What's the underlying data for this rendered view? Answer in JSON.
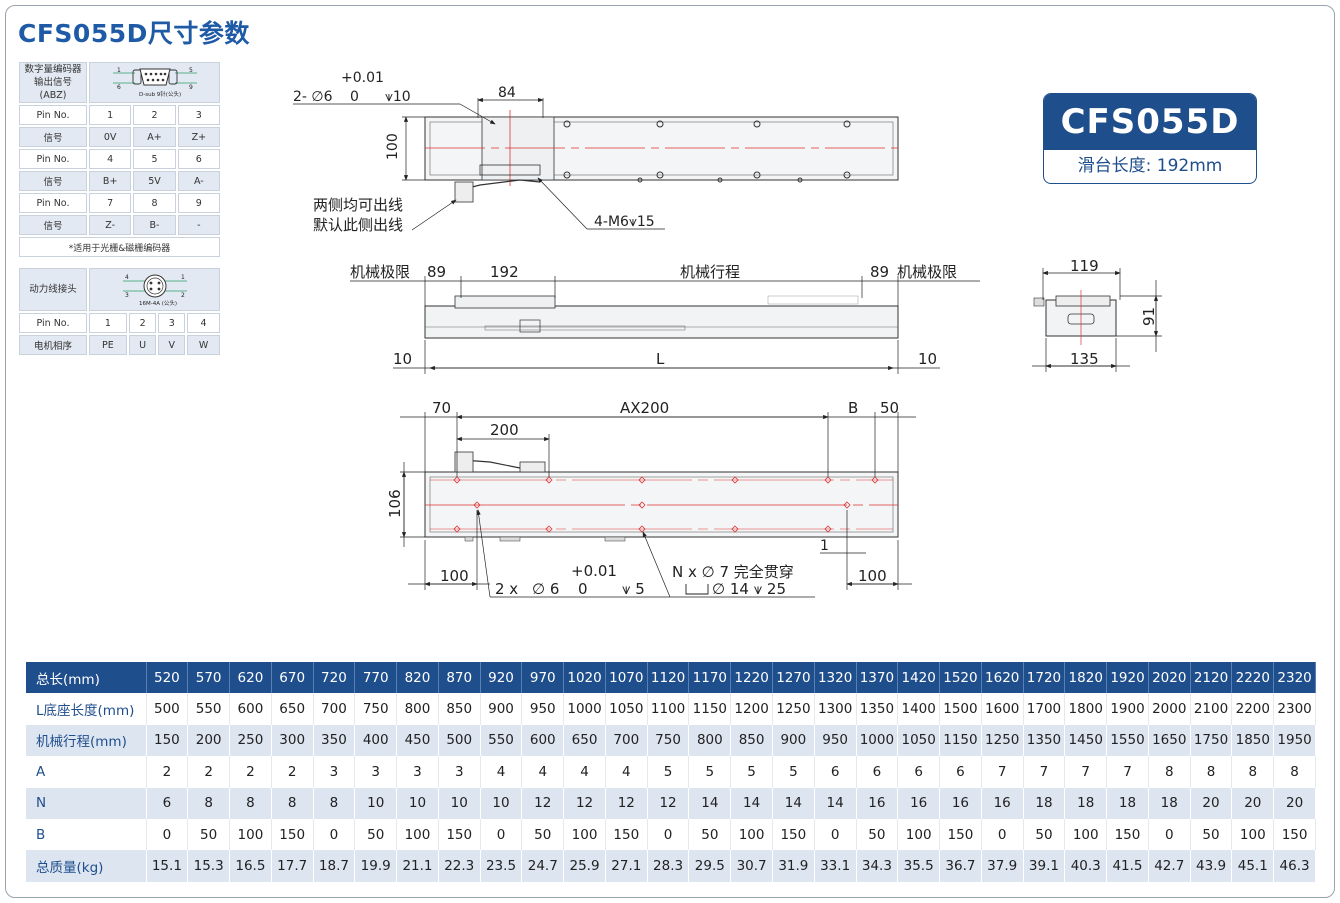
{
  "title": "CFS055D尺寸参数",
  "model": {
    "name": "CFS055D",
    "slide_length": "滑台长度: 192mm"
  },
  "encoder": {
    "header": [
      "数字量编码器",
      "输出信号(ABZ)"
    ],
    "connector_caption": "D-sub 9针(公头)",
    "pin_marks": [
      "1",
      "6",
      "5",
      "9"
    ],
    "rows": [
      [
        "Pin No.",
        "1",
        "2",
        "3"
      ],
      [
        "信号",
        "0V",
        "A+",
        "Z+"
      ],
      [
        "Pin No.",
        "4",
        "5",
        "6"
      ],
      [
        "信号",
        "B+",
        "5V",
        "A-"
      ],
      [
        "Pin No.",
        "7",
        "8",
        "9"
      ],
      [
        "信号",
        "Z-",
        "B-",
        "-"
      ]
    ],
    "footnote": "*适用于光栅&磁栅编码器"
  },
  "power": {
    "header": "动力线接头",
    "connector_caption": "16M-4A (公头)",
    "pin_marks": [
      "4",
      "3",
      "1",
      "2"
    ],
    "rows": [
      [
        "Pin No.",
        "1",
        "2",
        "3",
        "4"
      ],
      [
        "电机相序",
        "PE",
        "U",
        "V",
        "W"
      ]
    ]
  },
  "dims": {
    "top": {
      "hole_a": "2- ∅6",
      "tol_plus": "+0.01",
      "tol_zero": "0",
      "depth": "⩛10",
      "w84": "84",
      "h100": "100",
      "cable_note_1": "两侧均可出线",
      "cable_note_2": "默认此侧出线",
      "thread": "4-M6⩛15"
    },
    "side": {
      "limit_l": "机械极限",
      "d89l": "89",
      "d192": "192",
      "stroke": "机械行程",
      "d89r": "89",
      "limit_r": "机械极限",
      "d10l": "10",
      "L": "L",
      "d10r": "10"
    },
    "end": {
      "w119": "119",
      "h91": "91",
      "w135": "135"
    },
    "bottom": {
      "d70": "70",
      "ax200": "AX200",
      "B": "B",
      "d50": "50",
      "d200": "200",
      "h106": "106",
      "d1": "1",
      "d100l": "100",
      "d100r": "100",
      "hole_b": "2 x",
      "hole_b2": "∅ 6",
      "tol_plus": "+0.01",
      "tol_zero": "0",
      "depth5": "⩛ 5",
      "thru_1": "N x  ∅ 7 完全贯穿",
      "thru_2": "∅ 14  ⩛ 25"
    }
  },
  "spec": {
    "rows": [
      {
        "label": "总长(mm)",
        "values": [
          "520",
          "570",
          "620",
          "670",
          "720",
          "770",
          "820",
          "870",
          "920",
          "970",
          "1020",
          "1070",
          "1120",
          "1170",
          "1220",
          "1270",
          "1320",
          "1370",
          "1420",
          "1520",
          "1620",
          "1720",
          "1820",
          "1920",
          "2020",
          "2120",
          "2220",
          "2320"
        ]
      },
      {
        "label": "L底座长度(mm)",
        "values": [
          "500",
          "550",
          "600",
          "650",
          "700",
          "750",
          "800",
          "850",
          "900",
          "950",
          "1000",
          "1050",
          "1100",
          "1150",
          "1200",
          "1250",
          "1300",
          "1350",
          "1400",
          "1500",
          "1600",
          "1700",
          "1800",
          "1900",
          "2000",
          "2100",
          "2200",
          "2300"
        ]
      },
      {
        "label": "机械行程(mm)",
        "values": [
          "150",
          "200",
          "250",
          "300",
          "350",
          "400",
          "450",
          "500",
          "550",
          "600",
          "650",
          "700",
          "750",
          "800",
          "850",
          "900",
          "950",
          "1000",
          "1050",
          "1150",
          "1250",
          "1350",
          "1450",
          "1550",
          "1650",
          "1750",
          "1850",
          "1950"
        ]
      },
      {
        "label": "A",
        "values": [
          "2",
          "2",
          "2",
          "2",
          "3",
          "3",
          "3",
          "3",
          "4",
          "4",
          "4",
          "4",
          "5",
          "5",
          "5",
          "5",
          "6",
          "6",
          "6",
          "6",
          "7",
          "7",
          "7",
          "7",
          "8",
          "8",
          "8",
          "8"
        ]
      },
      {
        "label": "N",
        "values": [
          "6",
          "8",
          "8",
          "8",
          "8",
          "10",
          "10",
          "10",
          "10",
          "12",
          "12",
          "12",
          "12",
          "14",
          "14",
          "14",
          "14",
          "16",
          "16",
          "16",
          "16",
          "18",
          "18",
          "18",
          "18",
          "20",
          "20",
          "20"
        ]
      },
      {
        "label": "B",
        "values": [
          "0",
          "50",
          "100",
          "150",
          "0",
          "50",
          "100",
          "150",
          "0",
          "50",
          "100",
          "150",
          "0",
          "50",
          "100",
          "150",
          "0",
          "50",
          "100",
          "150",
          "0",
          "50",
          "100",
          "150",
          "0",
          "50",
          "100",
          "150"
        ]
      },
      {
        "label": "总质量(kg)",
        "values": [
          "15.1",
          "15.3",
          "16.5",
          "17.7",
          "18.7",
          "19.9",
          "21.1",
          "22.3",
          "23.5",
          "24.7",
          "25.9",
          "27.1",
          "28.3",
          "29.5",
          "30.7",
          "31.9",
          "33.1",
          "34.3",
          "35.5",
          "36.7",
          "37.9",
          "39.1",
          "40.3",
          "41.5",
          "42.7",
          "43.9",
          "45.1",
          "46.3"
        ]
      }
    ]
  }
}
